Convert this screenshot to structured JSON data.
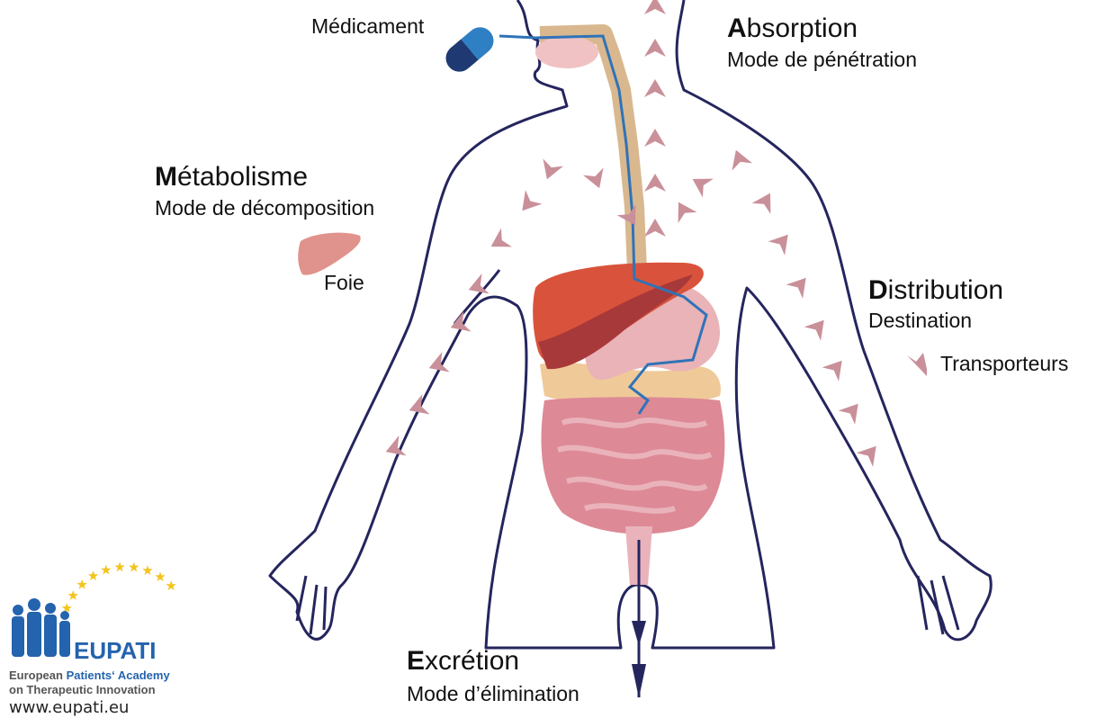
{
  "labels": {
    "drug": "Médicament",
    "absorption_initial": "A",
    "absorption_rest": "bsorption",
    "absorption_sub": "Mode de pénétration",
    "metabolism_initial": "M",
    "metabolism_rest": "étabolisme",
    "metabolism_sub": "Mode de décomposition",
    "liver": "Foie",
    "distribution_initial": "D",
    "distribution_rest": "istribution",
    "distribution_sub": "Destination",
    "transporters": "Transporteurs",
    "excretion_initial": "E",
    "excretion_rest": "xcrétion",
    "excretion_sub": "Mode d’élimination"
  },
  "logo": {
    "name": "EUPATI",
    "line1_a": "European ",
    "line1_b": "Patients‘ Academy",
    "line2": "on Therapeutic Innovation",
    "url": "www.eupati.eu"
  },
  "colors": {
    "outline": "#25255e",
    "arrow": "#c9909a",
    "liver": "#d9533c",
    "liver_dark": "#a8393a",
    "stomach": "#e9b3b8",
    "intestine": "#dd8a96",
    "fat": "#f0c999",
    "esophagus": "#d9b88f",
    "tube": "#2f73b8",
    "pill_light": "#2f7fc4",
    "pill_dark": "#1f3a72",
    "logo_blue": "#2463ad",
    "logo_star": "#f2c51f"
  }
}
